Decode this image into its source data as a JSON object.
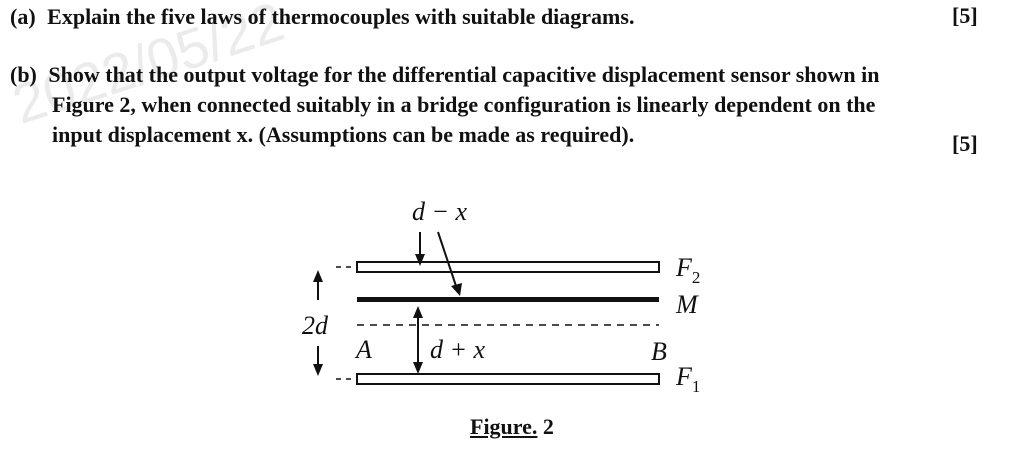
{
  "watermark": "2022/05/22",
  "questions": [
    {
      "label": "(a)",
      "text": "Explain the five laws of thermocouples with suitable diagrams.",
      "marks": "[5]"
    },
    {
      "label": "(b)",
      "lines": [
        "Show that the output voltage for the differential capacitive displacement sensor shown in",
        "Figure 2, when connected suitably in a bridge configuration is linearly dependent on the",
        "input displacement x. (Assumptions can be made as required)."
      ],
      "marks": "[5]"
    }
  ],
  "figure": {
    "labels": {
      "top": "d − x",
      "gap": "2d",
      "bottom": "d + x",
      "left": "A",
      "right": "B",
      "plate_top": "F",
      "plate_top_sub": "2",
      "plate_mid": "M",
      "plate_bottom": "F",
      "plate_bottom_sub": "1"
    },
    "caption_word": "Figure.",
    "caption_num": "2"
  }
}
